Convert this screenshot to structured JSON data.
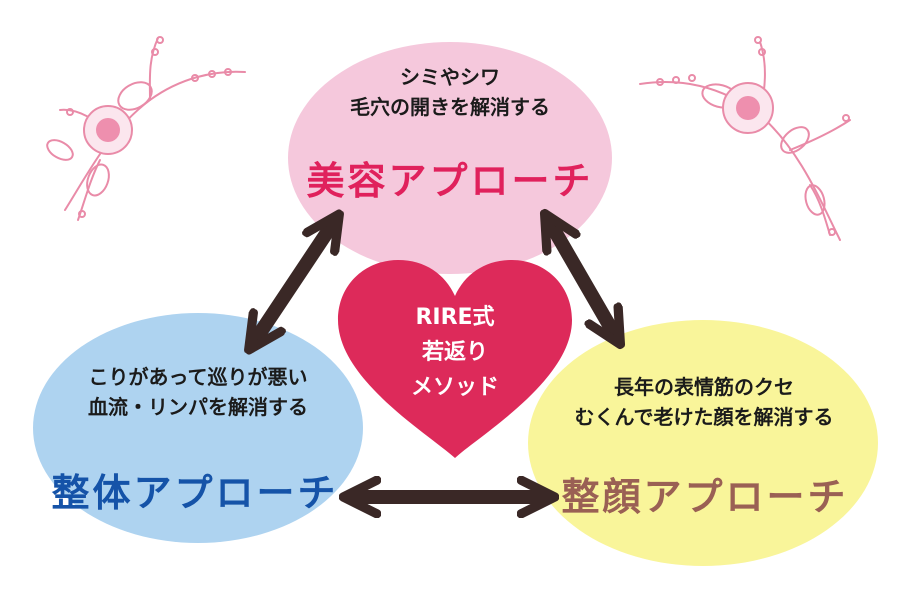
{
  "top": {
    "sub_line1": "シミやシワ",
    "sub_line2": "毛穴の開きを解消する",
    "title": "美容アプローチ"
  },
  "left": {
    "sub_line1": "こりがあって巡りが悪い",
    "sub_line2": "血流・リンパを解消する",
    "title": "整体アプローチ"
  },
  "right": {
    "sub_line1": "長年の表情筋のクセ",
    "sub_line2": "むくんで老けた顔を解消する",
    "title": "整顔アプローチ"
  },
  "heart": {
    "line1": "RIRE式",
    "line2": "若返り",
    "line3": "メソッド"
  },
  "colors": {
    "top_circle": "#f5c8dc",
    "left_circle": "#aed3f0",
    "right_circle": "#f9f59a",
    "heart": "#dd2a5a",
    "arrow": "#3a2826",
    "top_title": "#e0215c",
    "left_title": "#1553a8",
    "right_title": "#9a6054",
    "floral": "#e98ba8"
  }
}
